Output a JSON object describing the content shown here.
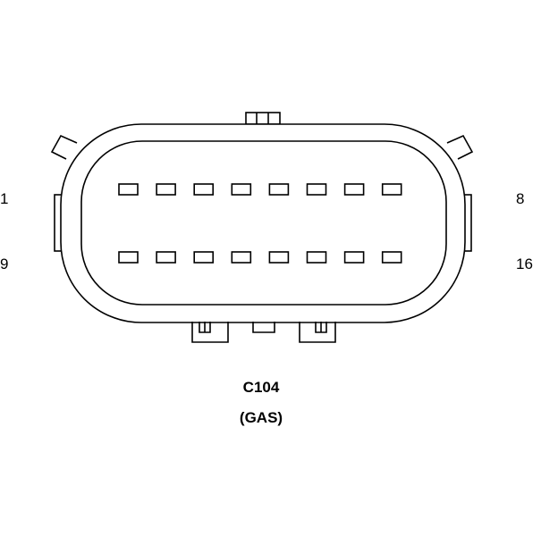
{
  "connector": {
    "id": "C104",
    "variant": "(GAS)",
    "pins_per_row": 8,
    "rows": 2,
    "labels": {
      "top_left": "1",
      "top_right": "8",
      "bottom_left": "9",
      "bottom_right": "16"
    }
  },
  "colors": {
    "stroke": "#000000",
    "background": "#ffffff"
  }
}
